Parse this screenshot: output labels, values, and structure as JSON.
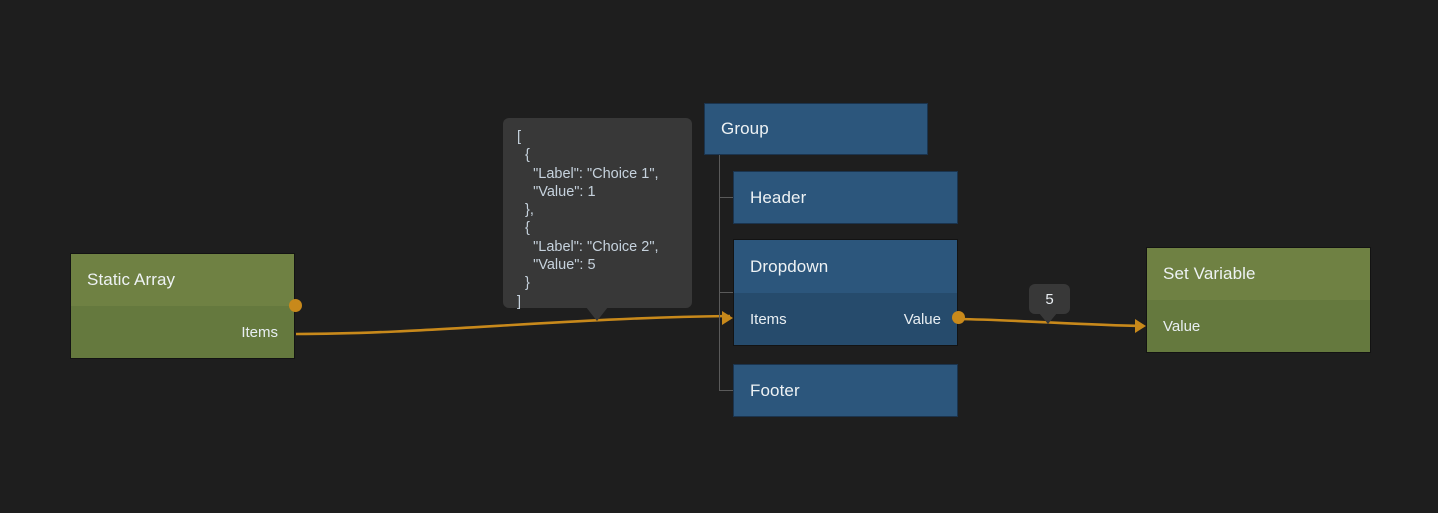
{
  "canvas": {
    "background": "#1e1e1e",
    "wire_color": "#c8891b",
    "accent_green_header": "#6f8143",
    "accent_green_body": "#65793e",
    "accent_blue_header": "#2c567c",
    "accent_blue_body": "#264b6c"
  },
  "nodes": {
    "static_array": {
      "title": "Static Array",
      "output_port": "Items"
    },
    "group": {
      "title": "Group",
      "children": [
        {
          "title": "Header"
        },
        {
          "title": "Dropdown",
          "input_port": "Items",
          "output_port": "Value"
        },
        {
          "title": "Footer"
        }
      ]
    },
    "set_variable": {
      "title": "Set Variable",
      "input_port": "Value"
    }
  },
  "tooltips": {
    "items_preview": "[\n  {\n    \"Label\": \"Choice 1\",\n    \"Value\": 1\n  },\n  {\n    \"Label\": \"Choice 2\",\n    \"Value\": 5\n  }\n]",
    "value_preview": "5"
  }
}
